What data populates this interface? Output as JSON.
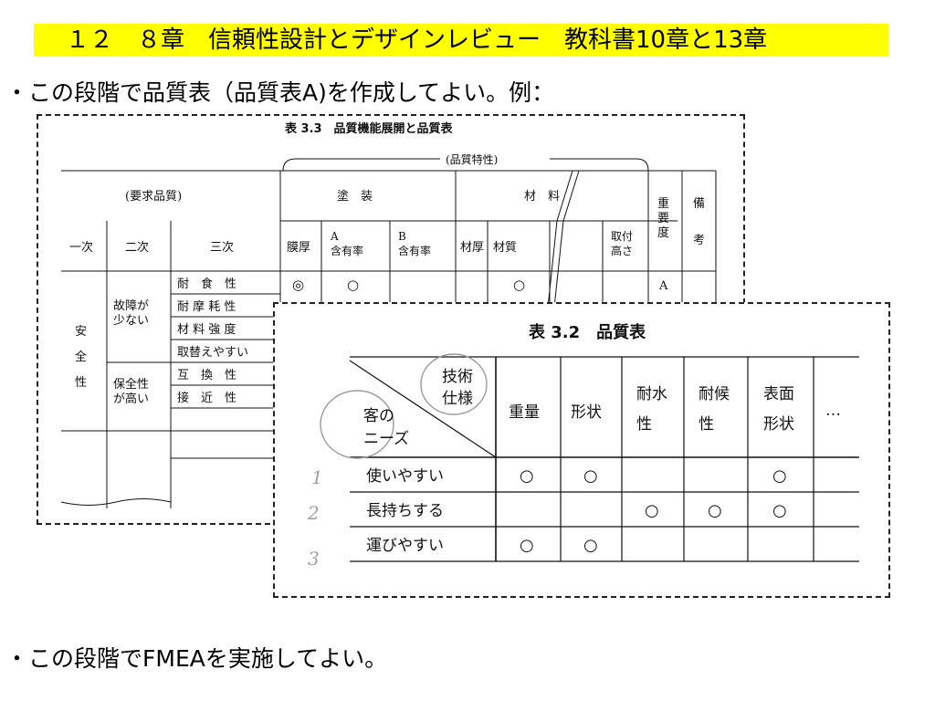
{
  "slide": {
    "title": "１２　８章　信頼性設計とデザインレビュー　教科書10章と13章",
    "bullet_1": "・この段階で品質表（品質表A)を作成してよい。例：",
    "bullet_2": "・この段階でFMEAを実施してよい。"
  },
  "table_33": {
    "caption": "表 3.3　品質機能展開と品質表",
    "quality_characteristics": "(品質特性)",
    "required_quality": "(要求品質)",
    "group_coating": "塗　装",
    "group_material": "材　料",
    "importance": [
      "重",
      "要",
      "度"
    ],
    "remarks": [
      "備",
      "考"
    ],
    "level_headers": [
      "一次",
      "二次",
      "三次"
    ],
    "col_film": "膜厚",
    "col_a": [
      "A",
      "含有率"
    ],
    "col_b": [
      "B",
      "含有率"
    ],
    "col_mat_thickness": "材厚",
    "col_mat_quality": "材質",
    "col_mount": [
      "取付",
      "高さ"
    ],
    "primary": [
      "安",
      "全",
      "性"
    ],
    "secondary_1": [
      "故障が",
      "少ない"
    ],
    "secondary_2": [
      "保全性",
      "が高い"
    ],
    "tertiary": [
      "耐　食　性",
      "耐 摩 耗 性",
      "材 料 強 度",
      "取替えやすい",
      "互　換　性",
      "接　近　性"
    ],
    "row1_marks": {
      "film": "◎",
      "a": "○",
      "mat_quality": "○",
      "importance": "A"
    }
  },
  "table_32": {
    "caption": "表 3.2　品質表",
    "corner_top": [
      "技術",
      "仕様"
    ],
    "corner_bottom": [
      "客の",
      "ニーズ"
    ],
    "columns": [
      [
        "重量"
      ],
      [
        "形状"
      ],
      [
        "耐水",
        "性"
      ],
      [
        "耐候",
        "性"
      ],
      [
        "表面",
        "形状"
      ],
      [
        "…"
      ]
    ],
    "row_numbers": [
      "1",
      "2",
      "3"
    ],
    "rows": [
      {
        "need": "使いやすい",
        "marks": [
          "○",
          "○",
          "",
          "",
          "○",
          ""
        ]
      },
      {
        "need": "長持ちする",
        "marks": [
          "",
          "",
          "○",
          "○",
          "○",
          ""
        ]
      },
      {
        "need": "運びやすい",
        "marks": [
          "○",
          "○",
          "",
          "",
          "",
          ""
        ]
      }
    ]
  }
}
